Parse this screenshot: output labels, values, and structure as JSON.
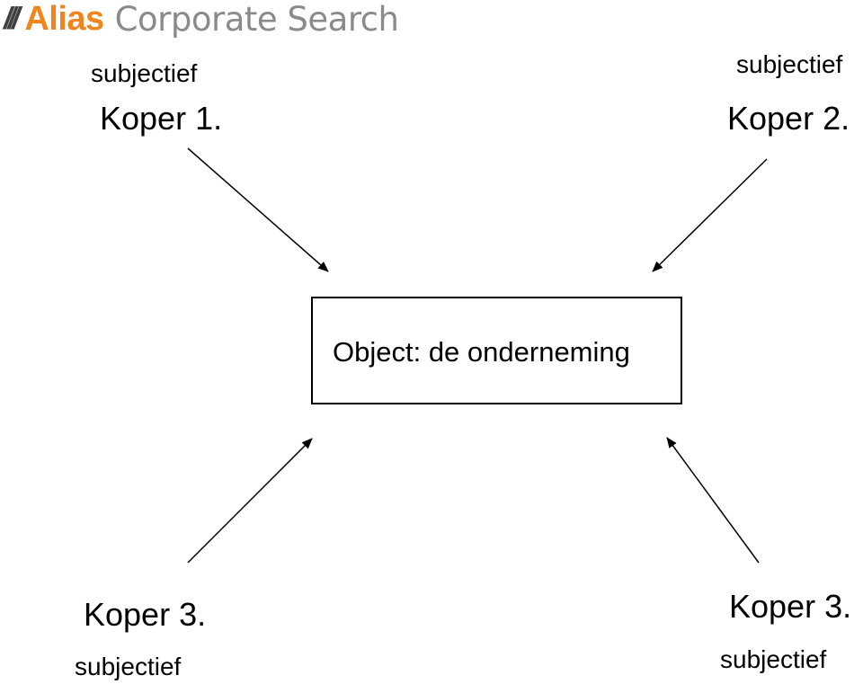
{
  "logo": {
    "slashes": "///",
    "brand": "Alias",
    "product": "Corporate Search"
  },
  "buyers": [
    {
      "subjective": "subjectief",
      "name": "Koper 1."
    },
    {
      "subjective": "subjectief",
      "name": "Koper 2."
    },
    {
      "subjective": "subjectief",
      "name": "Koper 3."
    },
    {
      "subjective": "subjectief",
      "name": "Koper 3."
    }
  ],
  "object": {
    "label": "Object: de onderneming"
  }
}
